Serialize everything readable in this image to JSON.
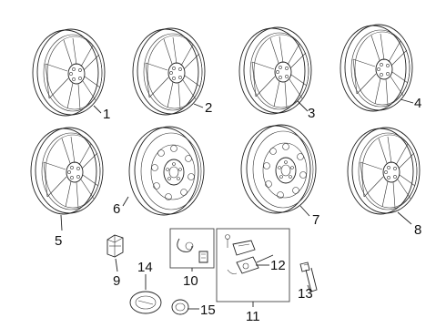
{
  "diagram": {
    "parts": [
      {
        "id": "1",
        "name": "wheel-1"
      },
      {
        "id": "2",
        "name": "wheel-2"
      },
      {
        "id": "3",
        "name": "wheel-3"
      },
      {
        "id": "4",
        "name": "wheel-4"
      },
      {
        "id": "5",
        "name": "wheel-5"
      },
      {
        "id": "6",
        "name": "steel-wheel-6"
      },
      {
        "id": "7",
        "name": "steel-wheel-7"
      },
      {
        "id": "8",
        "name": "wheel-8"
      },
      {
        "id": "9",
        "name": "lug-nut"
      },
      {
        "id": "10",
        "name": "valve-stem-kit"
      },
      {
        "id": "11",
        "name": "tpms-sensor-kit"
      },
      {
        "id": "12",
        "name": "tpms-sensor"
      },
      {
        "id": "13",
        "name": "valve-stem"
      },
      {
        "id": "14",
        "name": "center-cap"
      },
      {
        "id": "15",
        "name": "small-cap"
      }
    ]
  }
}
